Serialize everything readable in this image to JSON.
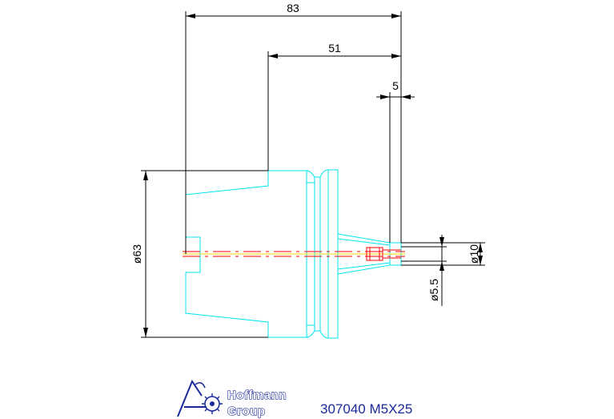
{
  "dimensions": {
    "total_length": "83",
    "body_length": "51",
    "step_length": "5",
    "outer_diameter": "ø63",
    "shank_diameter": "ø10",
    "bore_diameter": "ø5.5"
  },
  "part_label": "307040 M5X25",
  "logo": {
    "line1": "Hoffmann",
    "line2": "Group"
  },
  "colors": {
    "outline": "#00e5ee",
    "dimension": "#000000",
    "centerline": "#ff0000",
    "axis": "#ffd400",
    "brand": "#1a2a99"
  }
}
